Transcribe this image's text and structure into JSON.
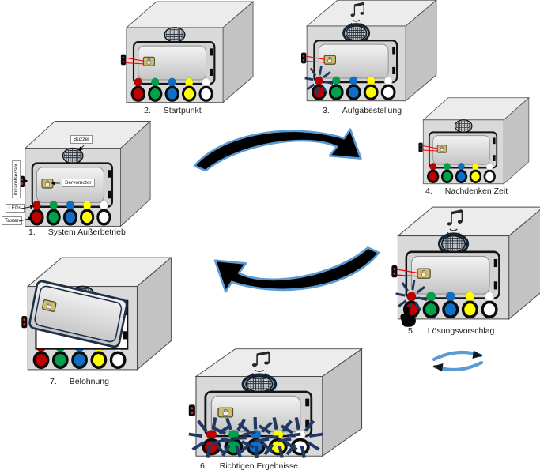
{
  "diagram": {
    "states": [
      {
        "num": "1.",
        "label": "System Außerbetrieb"
      },
      {
        "num": "2.",
        "label": "Startpunkt"
      },
      {
        "num": "3.",
        "label": "Aufgabestellung"
      },
      {
        "num": "4.",
        "label": "Nachdenken Zeit"
      },
      {
        "num": "5.",
        "label": "Lösungsvorschlag"
      },
      {
        "num": "6.",
        "label": "Richtigen Ergebnisse"
      },
      {
        "num": "7.",
        "label": "Belohnung"
      }
    ],
    "annotations": {
      "buzzer": "Buzzer",
      "infrared_sensor": "Infrarotsensor",
      "servomotor": "Servomotor",
      "leds": "LEDs",
      "buttons": "Taster"
    },
    "icons": {
      "sound": "music-note-with-sound-waves",
      "burst": "led-flash-burst",
      "hand": "finger-pressing-button",
      "cycle_arrows": "clockwise-cycle-arrows",
      "repeat": "repeat-loop-arrows",
      "lock": "padlock-latch",
      "speaker": "buzzer-grille"
    },
    "colors": {
      "led_red": "#c00000",
      "led_green": "#00a14b",
      "led_blue": "#0f6fc6",
      "led_yellow": "#ffff00",
      "led_white": "#ffffff",
      "burst": "#1f3864",
      "beam": "#ff0000",
      "arrow_fill": "#000000",
      "arrow_outline": "#5b9bd5",
      "box_front": "#d9d9d9",
      "box_top": "#ececec",
      "box_side": "#c3c3c3"
    }
  }
}
